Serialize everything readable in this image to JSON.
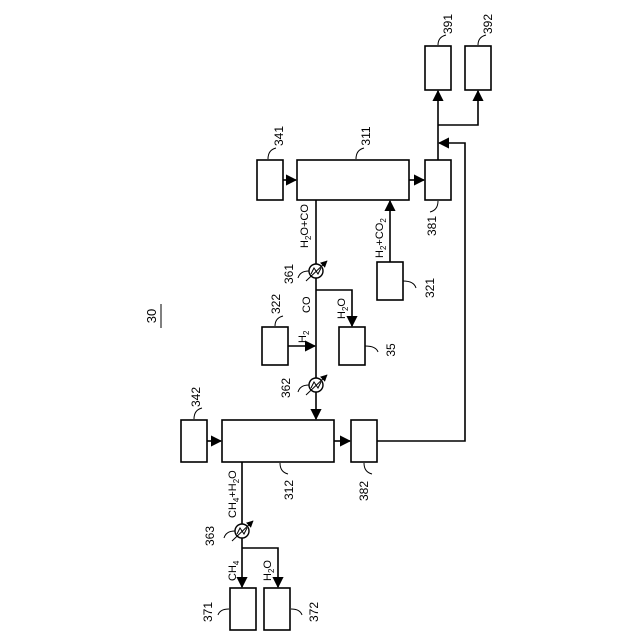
{
  "figure": {
    "number": "30",
    "refs": {
      "r311": "311",
      "r312": "312",
      "r321": "321",
      "r322": "322",
      "r341": "341",
      "r342": "342",
      "r35": "35",
      "r361": "361",
      "r362": "362",
      "r363": "363",
      "r371": "371",
      "r372": "372",
      "r381": "381",
      "r382": "382",
      "r391": "391",
      "r392": "392"
    }
  },
  "streams": {
    "h2o_co": {
      "a": "H",
      "a_sub": "2",
      "b": "O+CO"
    },
    "h2_co2": {
      "a": "H",
      "a_sub": "2",
      "b": "+CO",
      "b_sub": "2"
    },
    "co": "CO",
    "h2o_top": {
      "a": "H",
      "a_sub": "2",
      "b": "O"
    },
    "h2": {
      "a": "H",
      "a_sub": "2"
    },
    "ch4_h2o": {
      "a": "CH",
      "a_sub": "4",
      "b": "+H",
      "b_sub": "2",
      "c": "O"
    },
    "ch4": {
      "a": "CH",
      "a_sub": "4"
    },
    "h2o_bottom": {
      "a": "H",
      "a_sub": "2",
      "b": "O"
    }
  }
}
